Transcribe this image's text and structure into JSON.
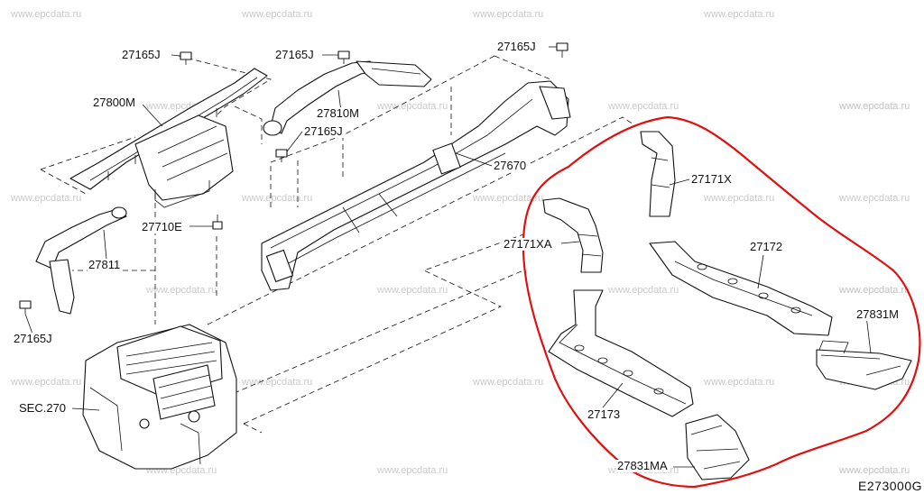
{
  "watermark": "www.epcdata.ru",
  "diagram_code": "E273000G",
  "colors": {
    "highlight": "#e01010",
    "line": "#111111",
    "watermark": "#c9c9c9"
  },
  "labels": {
    "p27165J_a": "27165J",
    "p27165J_b": "27165J",
    "p27165J_c": "27165J",
    "p27165J_d": "27165J",
    "p27165J_e": "27165J",
    "p27800M": "27800M",
    "p27810M": "27810M",
    "p27670": "27670",
    "p27710E": "27710E",
    "p27811": "27811",
    "pSEC270": "SEC.270",
    "p27171X": "27171X",
    "p27171XA": "27171XA",
    "p27172": "27172",
    "p27831M": "27831M",
    "p27173": "27173",
    "p27831MA": "27831MA"
  }
}
